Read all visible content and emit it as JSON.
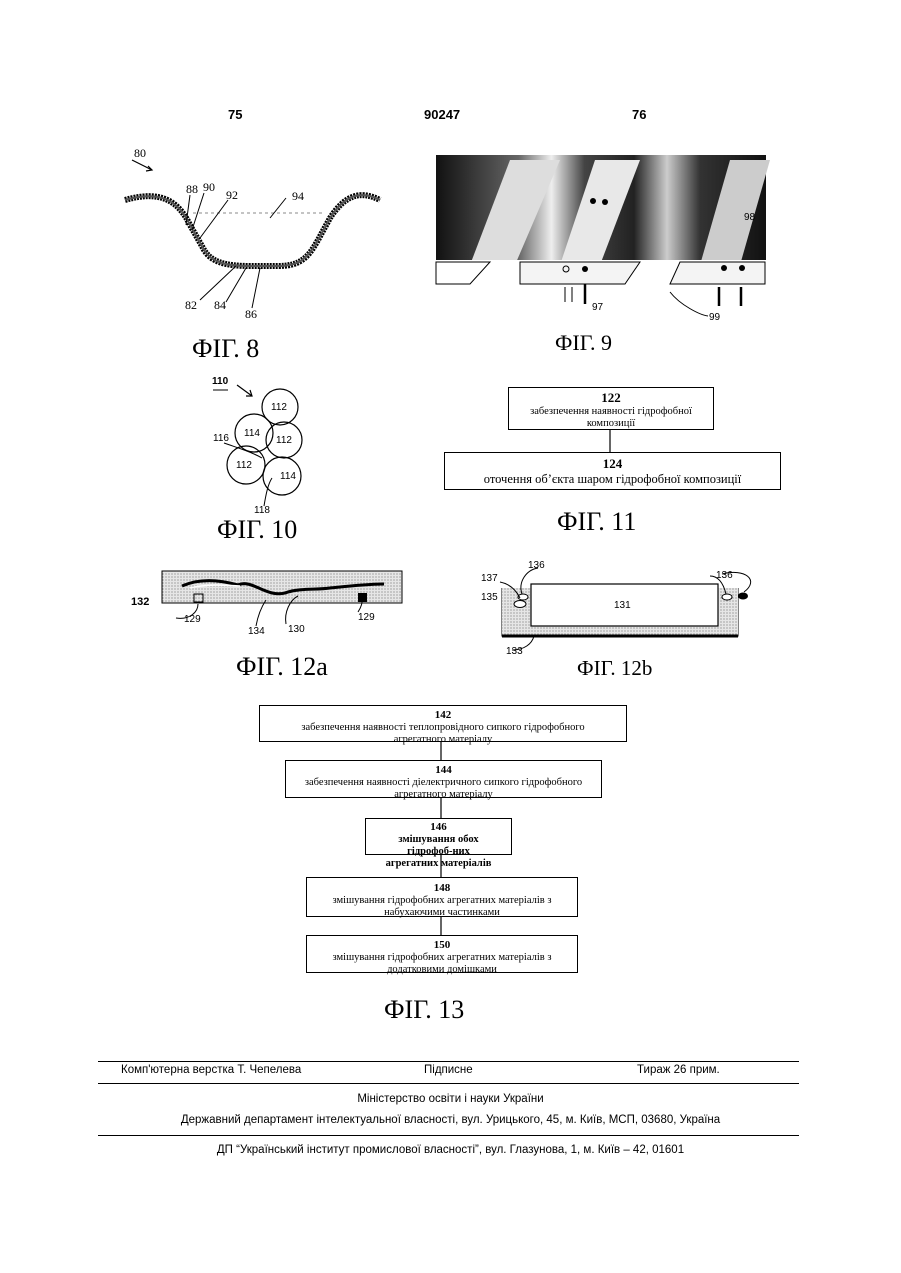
{
  "header": {
    "left_page": "75",
    "patent_no": "90247",
    "right_page": "76"
  },
  "fig8": {
    "caption": "ФІГ. 8",
    "labels": [
      "80",
      "88",
      "90",
      "92",
      "94",
      "82",
      "84",
      "86"
    ]
  },
  "fig9": {
    "caption": "ФІГ. 9",
    "labels": [
      "98",
      "97",
      "99"
    ]
  },
  "fig10": {
    "caption": "ФІГ. 10",
    "labels": [
      "110",
      "112",
      "114",
      "112",
      "116",
      "112",
      "114",
      "118"
    ]
  },
  "fig11": {
    "caption": "ФІГ. 11",
    "steps": [
      {
        "num": "122",
        "text": "забезпечення наявності гідрофобної композиції"
      },
      {
        "num": "124",
        "text": "оточення об’єкта шаром гідрофобної композиції"
      }
    ]
  },
  "fig12a": {
    "caption": "ФІГ. 12a",
    "labels": [
      "132",
      "129",
      "134",
      "130",
      "129"
    ]
  },
  "fig12b": {
    "caption": "ФІГ. 12b",
    "labels": [
      "136",
      "137",
      "135",
      "131",
      "136",
      "133"
    ]
  },
  "fig13": {
    "caption": "ФІГ. 13",
    "steps": [
      {
        "num": "142",
        "text": "забезпечення наявності теплопровідного сипкого гідрофобного агрегатного матеріалу"
      },
      {
        "num": "144",
        "text": "забезпечення наявності діелектричного сипкого гідрофобного агрегатного матеріалу"
      },
      {
        "num": "146",
        "text": "змішування обох гідрофоб-них агрегатних матеріалів"
      },
      {
        "num": "148",
        "text": "змішування гідрофобних агрегатних матеріалів з набухаючими частинками"
      },
      {
        "num": "150",
        "text": "змішування гідрофобних агрегатних матеріалів з додатковими домішками"
      }
    ]
  },
  "footer": {
    "layout": "Комп'ютерна верстка Т. Чепелева",
    "signed": "Підписне",
    "print_run": "Тираж 26 прим.",
    "ministry": "Міністерство освіти і науки України",
    "department": "Державний департамент інтелектуальної власності, вул. Урицького, 45, м. Київ, МСП, 03680, Україна",
    "institute": "ДП “Український інститут промислової власності”, вул. Глазунова, 1, м. Київ – 42, 01601"
  }
}
